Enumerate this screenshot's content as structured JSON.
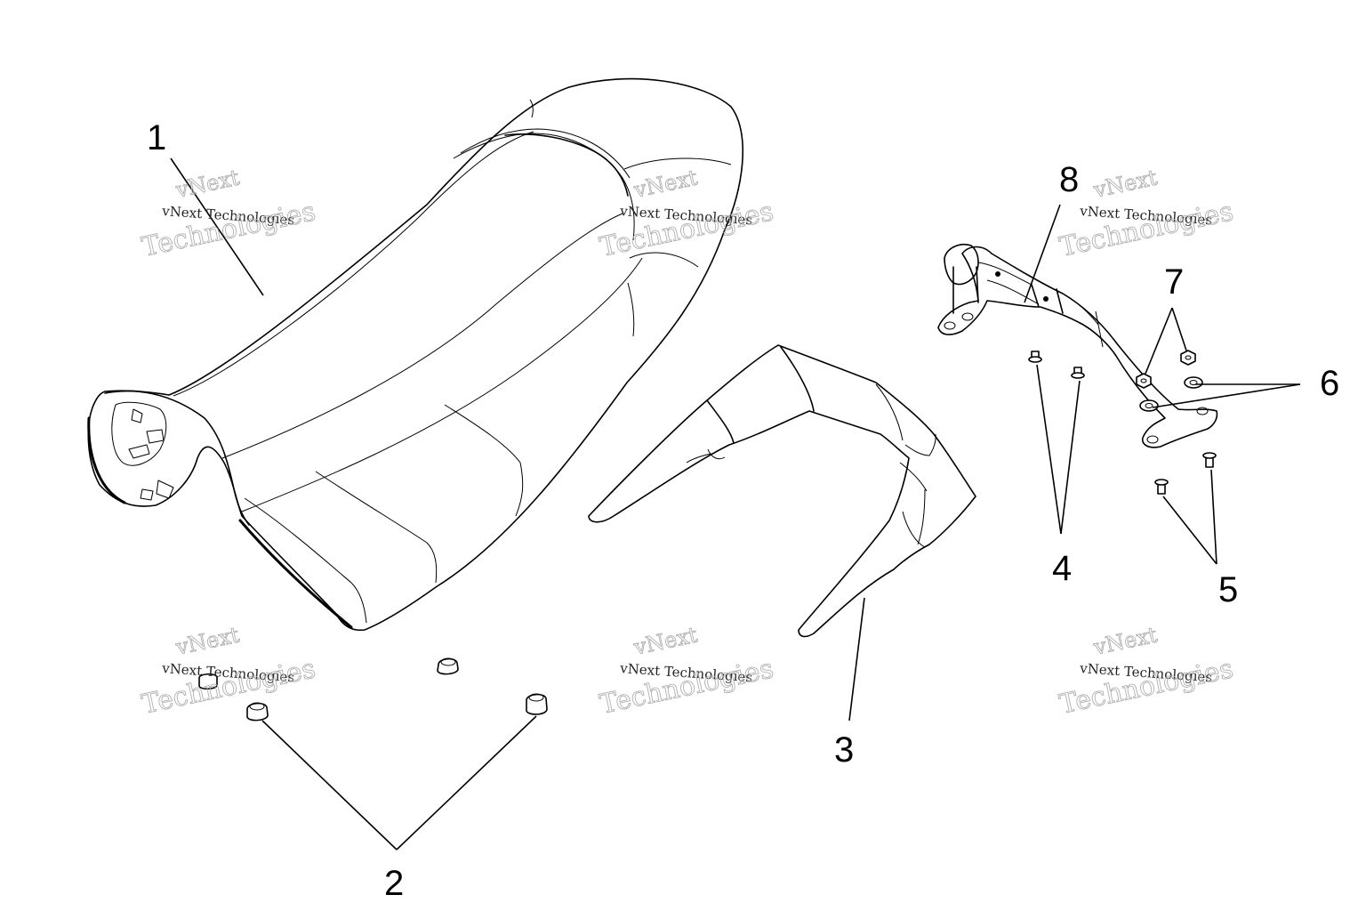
{
  "callouts": {
    "c1": "1",
    "c2": "2",
    "c3": "3",
    "c4": "4",
    "c5": "5",
    "c6": "6",
    "c7": "7",
    "c8": "8"
  },
  "watermark": {
    "line_a": "vNext",
    "line_b": "vNext Technologies",
    "line_c": "Technologies"
  }
}
